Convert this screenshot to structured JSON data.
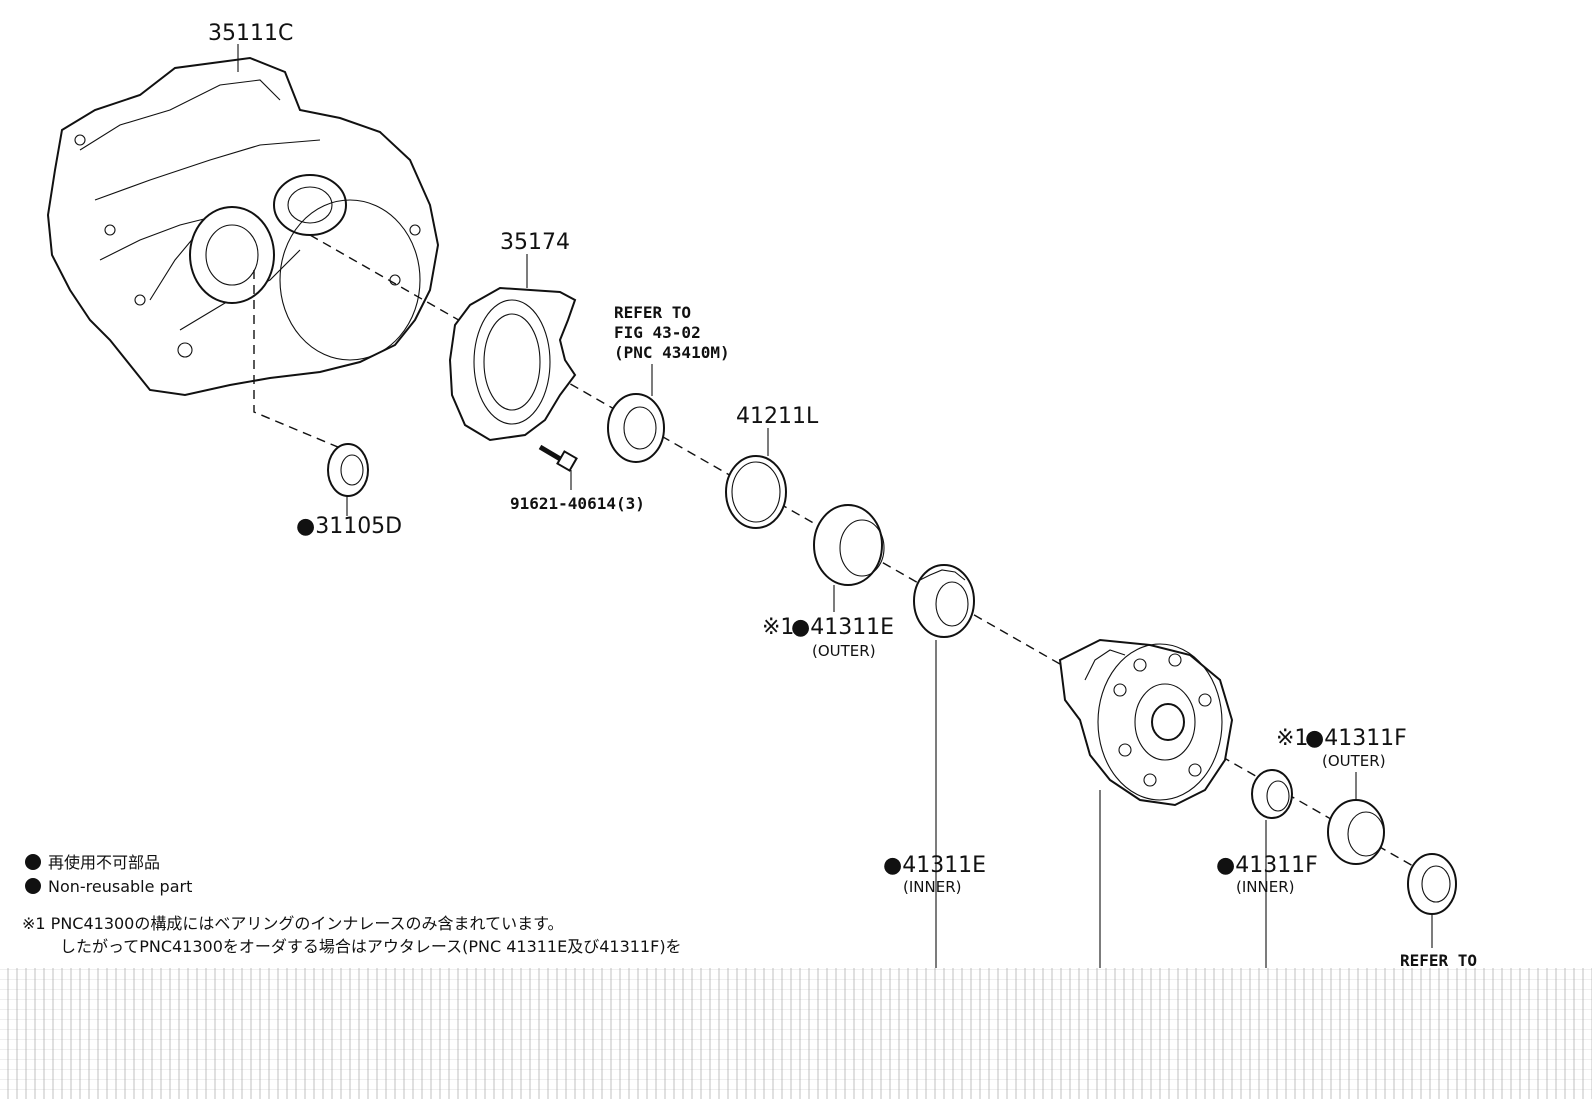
{
  "labels": {
    "case": "35111C",
    "cover": "35174",
    "refer_fig": [
      "REFER TO",
      "FIG 43-02",
      "(PNC 43410M)"
    ],
    "seal_left": "●31105D",
    "bolt": "91621-40614(3)",
    "shim": "41211L",
    "outer_e_prefix": "※1",
    "outer_e": "●41311E",
    "outer_e_sub": "(OUTER)",
    "inner_e": "●41311E",
    "inner_e_sub": "(INNER)",
    "outer_f_prefix": "※1",
    "outer_f": "●41311F",
    "outer_f_sub": "(OUTER)",
    "inner_f": "●41311F",
    "inner_f_sub": "(INNER)",
    "refer_bottom": "REFER TO"
  },
  "legend": {
    "jp": "再使用不可部品",
    "en": "Non-reusable part"
  },
  "notes": {
    "line1": "※1 PNC41300の構成にはベアリングのインナレースのみ含まれています。",
    "line2": "したがってPNC41300をオーダする場合はアウタレース(PNC 41311E及び41311F)を"
  },
  "colors": {
    "ink": "#111111",
    "background": "#ffffff"
  }
}
